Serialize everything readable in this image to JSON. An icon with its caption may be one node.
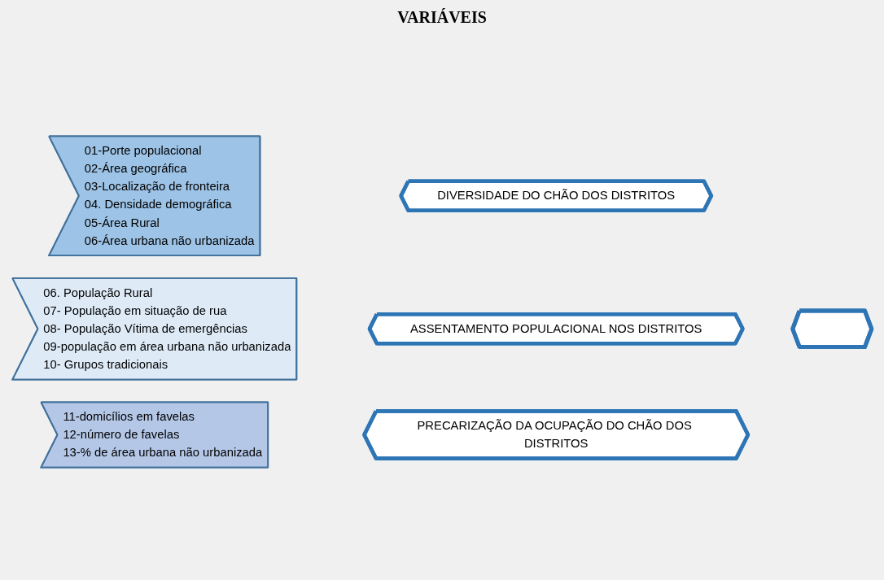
{
  "diagram": {
    "title": "VARIÁVEIS",
    "nodes": [
      {
        "text": [
          "01-Porte populacional",
          "02-Área geográfica",
          "03-Localização de fronteira",
          "04. Densidade demográfica",
          "05-Área Rural",
          "06-Área urbana não urbanizada"
        ]
      },
      {
        "text": [
          "DIVERSIDADE DO CHÃO DOS DISTRITOS"
        ]
      },
      {
        "text": [
          "06. População Rural",
          "07- População em situação de rua",
          "08- População Vítima de emergências",
          "09-população em área urbana não urbanizada",
          "10- Grupos tradicionais"
        ]
      },
      {
        "text": [
          "ASSENTAMENTO POPULACIONAL NOS DISTRITOS"
        ]
      },
      {
        "text": [],
        "shape": "hexagon"
      },
      {
        "text": [
          "11-domicílios em favelas",
          "12-número de favelas",
          "13-% de área urbana não urbanizada"
        ]
      },
      {
        "text": [
          "PRECARIZAÇÃO DA OCUPAÇÃO DO CHÃO DOS DISTRITOS"
        ]
      }
    ]
  }
}
